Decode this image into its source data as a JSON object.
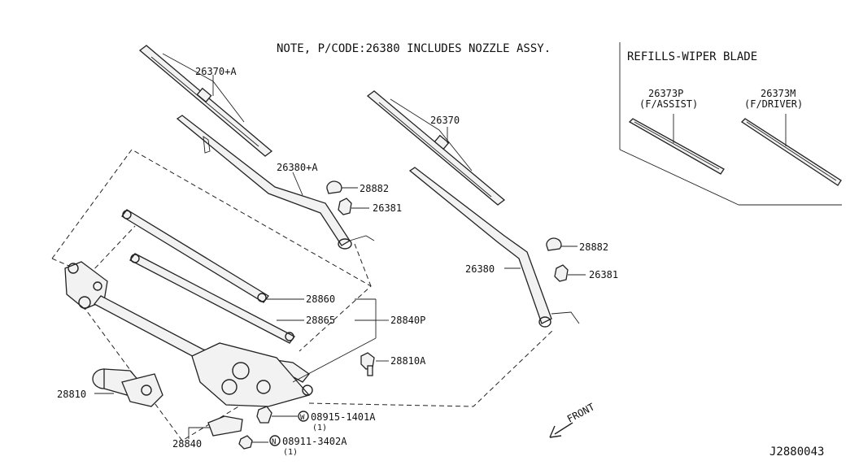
{
  "note": "NOTE, P/CODE:26380 INCLUDES NOZZLE ASSY.",
  "refills_title": "REFILLS-WIPER BLADE",
  "diagram_id": "J2880043",
  "front_label": "FRONT",
  "parts": {
    "blade_assist": "26370+A",
    "arm_assist": "26380+A",
    "cap_upper": "28882",
    "nut_upper": "26381",
    "blade_driver": "26370",
    "arm_driver": "26380",
    "cap_lower": "28882",
    "nut_lower": "26381",
    "refill_assist": "26373P",
    "refill_assist_pos": "(F/ASSIST)",
    "refill_driver": "26373M",
    "refill_driver_pos": "(F/DRIVER)",
    "link_rod_1": "28860",
    "link_rod_2": "28865",
    "linkage_assy": "28840P",
    "bolt": "28810A",
    "motor": "28810",
    "bracket": "28840",
    "bolt_w": "08915-1401A",
    "bolt_w_qty": "(1)",
    "bolt_w_symbol": "W",
    "nut_n": "08911-3402A",
    "nut_n_qty": "(1)",
    "nut_n_symbol": "N"
  }
}
